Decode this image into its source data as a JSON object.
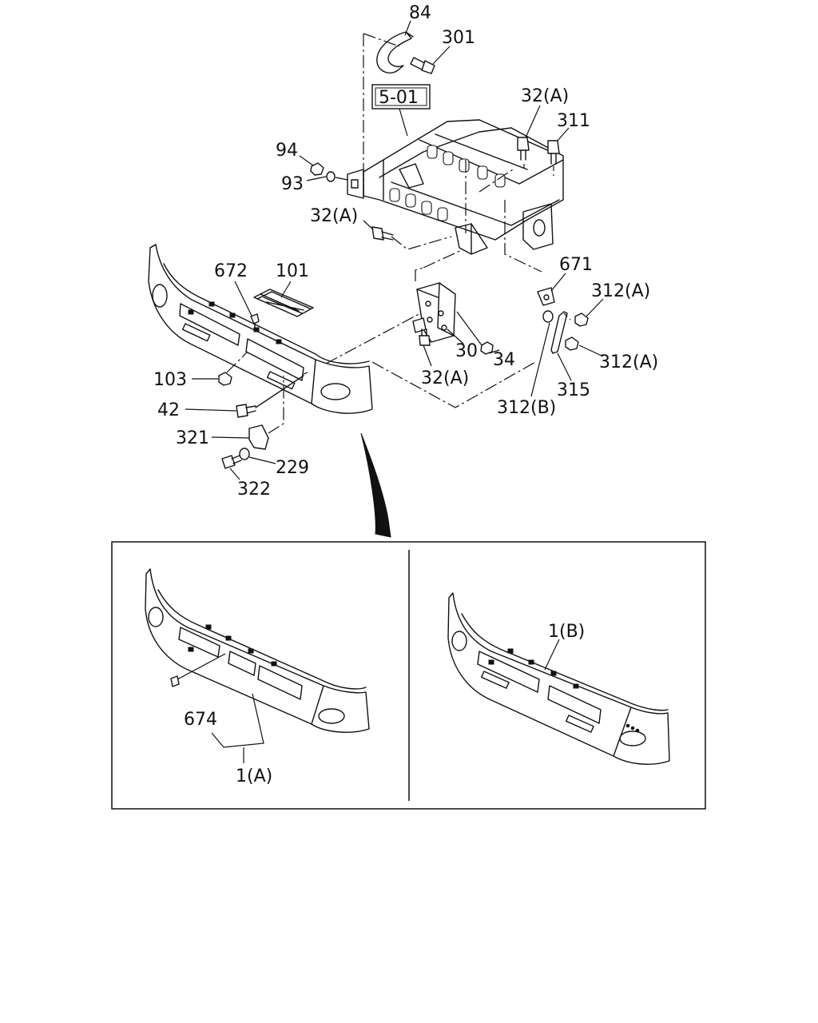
{
  "diagram": {
    "reference_box": "5-01",
    "callouts": {
      "c84": "84",
      "c301": "301",
      "c32a_top": "32(A)",
      "c311": "311",
      "c94": "94",
      "c93": "93",
      "c32a_left": "32(A)",
      "c672": "672",
      "c101": "101",
      "c671": "671",
      "c312a_upper": "312(A)",
      "c312a_lower": "312(A)",
      "c30": "30",
      "c34": "34",
      "c32a_bottom": "32(A)",
      "c103": "103",
      "c315": "315",
      "c312b": "312(B)",
      "c42": "42",
      "c321": "321",
      "c229": "229",
      "c322": "322"
    },
    "variants": {
      "left": {
        "c674": "674",
        "c1a": "1(A)"
      },
      "right": {
        "c1b": "1(B)"
      }
    }
  }
}
